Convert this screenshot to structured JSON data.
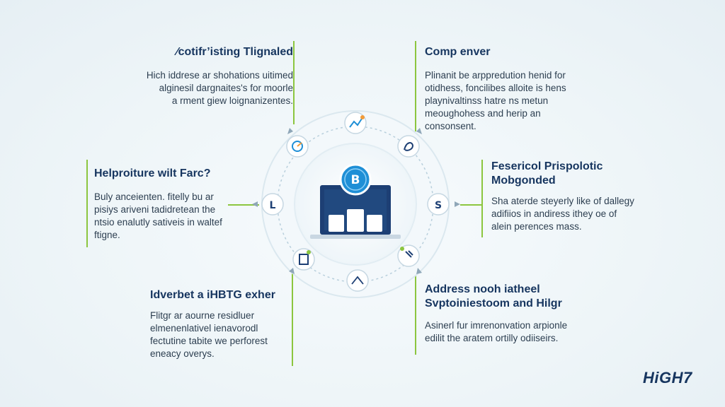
{
  "blocks": {
    "top_left": {
      "title": "⁄cotifr’isting Tlignaled",
      "lines": [
        "Hich iddrese ar shohations uitimed",
        "alginesil dargnaites's for moorle",
        "a rment giew loignanizentes."
      ]
    },
    "top_right": {
      "title": "Comp enver",
      "lines": [
        "Plinanit be arppredution henid for",
        "otidhess, foncilibes alloite is hens",
        "playnivaltinss hatre ns metun",
        "meoughohess and herip an",
        "consonsent."
      ]
    },
    "mid_left": {
      "title": "Helproiture wilt Farc?",
      "lines": [
        "Buly anceienten. fitelly bu ar",
        "pisiys ariveni tadidretean the",
        "ntsio enalutly sativeis in waltef",
        "ftigne."
      ]
    },
    "mid_right": {
      "title_lines": [
        "Fesericol Prispolotic",
        "Mobgonded"
      ],
      "lines": [
        "Sha aterde steyerly like of dallegy",
        "adifiios in andiress ithey oe of",
        "alein perences mass."
      ]
    },
    "bottom_left": {
      "title": "Idverbet a iHBTG exher",
      "lines": [
        "Flitgr ar aourne residluer",
        "elmenenlativel ienavorodl",
        "fectutine tabite we perforest",
        "eneacy overys."
      ]
    },
    "bottom_right": {
      "title_lines": [
        "Address nooh iatheel",
        "Svptoiniestoom and Hilgr"
      ],
      "lines": [
        "Asinerl fur imrenonvation arpionle",
        "edilit the aratem ortilly odiiseirs."
      ]
    }
  },
  "nodes": {
    "left_label": "L",
    "right_label": "S",
    "center_label": "B"
  },
  "logo": "HiGH7",
  "colors": {
    "navy": "#16355f",
    "accent_blue": "#1f8fd6",
    "green": "#8cc63f",
    "ring": "#d7e6ee"
  }
}
